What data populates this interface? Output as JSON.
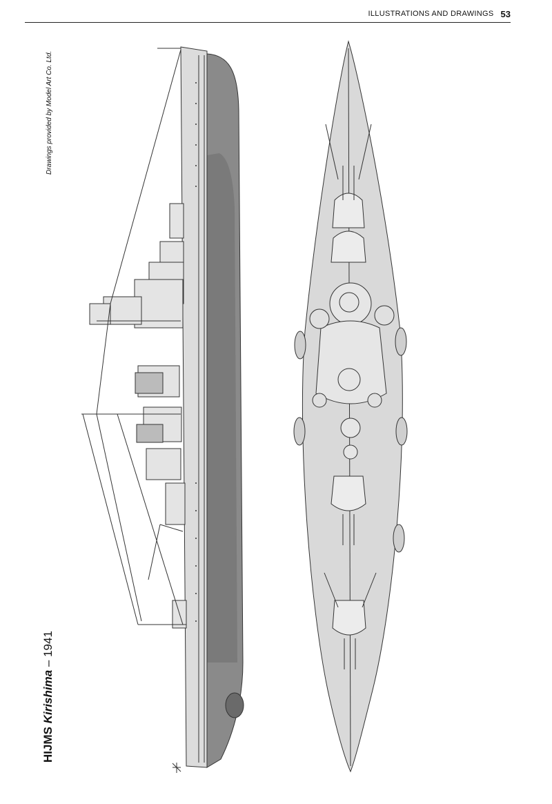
{
  "header": {
    "section_title": "ILLUSTRATIONS AND DRAWINGS",
    "page_number": "53"
  },
  "credit": "Drawings provided by Model Art Co. Ltd.",
  "caption": {
    "prefix": "HIJMS",
    "ship_name": "Kirishima",
    "suffix": " – 1941"
  },
  "colors": {
    "hull_dark": "#8a8a8a",
    "deck": "#d9d9d9",
    "line": "#333333"
  }
}
